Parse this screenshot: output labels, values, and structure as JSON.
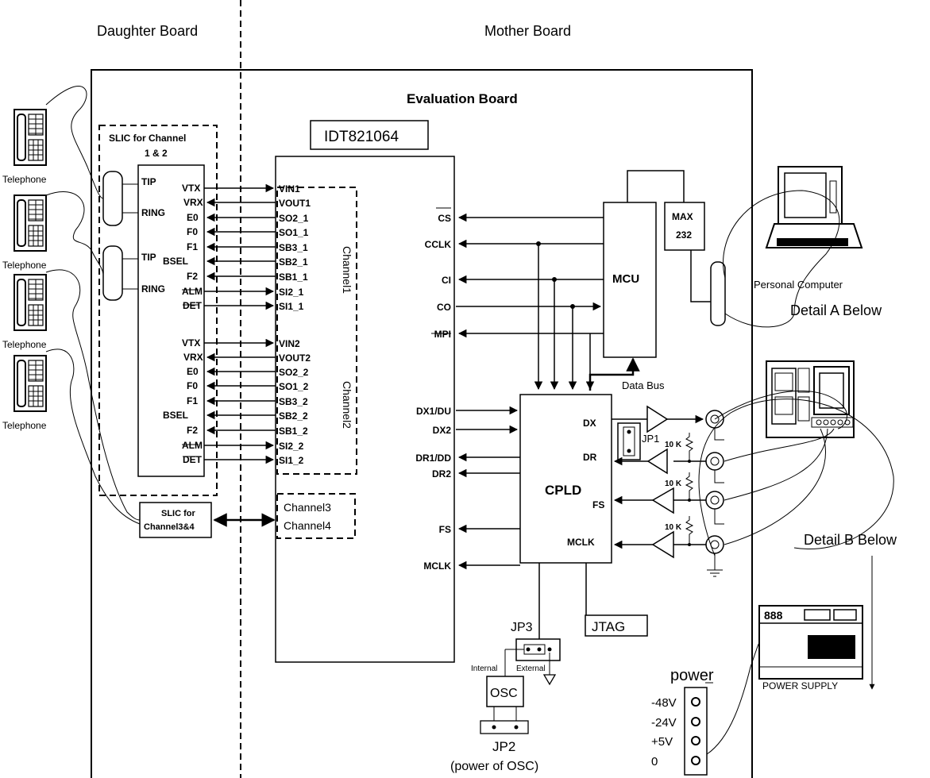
{
  "headers": {
    "daughter_board": "Daughter Board",
    "mother_board": "Mother Board"
  },
  "eval_board_title": "Evaluation Board",
  "slic12": {
    "line1": "SLIC for Channel",
    "line2": "1 & 2"
  },
  "slic34": {
    "line1": "SLIC for",
    "line2": "Channel3&4"
  },
  "slic_left_pins": [
    "TIP",
    "RING",
    "TIP",
    "RING"
  ],
  "slic_right_pins": [
    "VTX",
    "VRX",
    "E0",
    "F0",
    "F1",
    "BSEL",
    "F2",
    "ALM",
    "DET",
    "VTX",
    "VRX",
    "E0",
    "F0",
    "F1",
    "BSEL",
    "F2",
    "ALM",
    "DET"
  ],
  "idt_label": "IDT821064",
  "idt_pins": [
    "VIN1",
    "VOUT1",
    "SO2_1",
    "SO1_1",
    "SB3_1",
    "SB2_1",
    "SB1_1",
    "SI2_1",
    "SI1_1",
    "VIN2",
    "VOUT2",
    "SO2_2",
    "SO1_2",
    "SB3_2",
    "SB2_2",
    "SB1_2",
    "SI2_2",
    "SI1_2"
  ],
  "channel1": "Channel1",
  "channel2": "Channel2",
  "channel34": {
    "line1": "Channel3",
    "line2": "Channel4"
  },
  "idt_right_pins": [
    "CS",
    "CCLK",
    "CI",
    "CO",
    "MPI",
    "DX1/DU",
    "DX2",
    "DR1/DD",
    "DR2",
    "FS",
    "MCLK"
  ],
  "mcu": "MCU",
  "max232": {
    "line1": "MAX",
    "line2": "232"
  },
  "data_bus": "Data Bus",
  "cpld": "CPLD",
  "cpld_pins": [
    "DX",
    "DR",
    "FS",
    "MCLK"
  ],
  "jp1": "JP1",
  "resistors": [
    "10 K",
    "10 K",
    "10 K"
  ],
  "jtag": "JTAG",
  "jp3": "JP3",
  "internal": "Internal",
  "external": "External",
  "osc": "OSC",
  "jp2": "JP2",
  "jp2_caption": "(power of OSC)",
  "telephones": [
    "Telephone",
    "Telephone",
    "Telephone",
    "Telephone"
  ],
  "personal_computer": "Personal Computer",
  "detail_a": "Detail A Below",
  "detail_b": "Detail B Below",
  "power_supply": "POWER SUPPLY",
  "power_supply_display": "888",
  "power": {
    "title": "power",
    "levels": [
      "-48V",
      "-24V",
      "+5V",
      "0"
    ]
  }
}
